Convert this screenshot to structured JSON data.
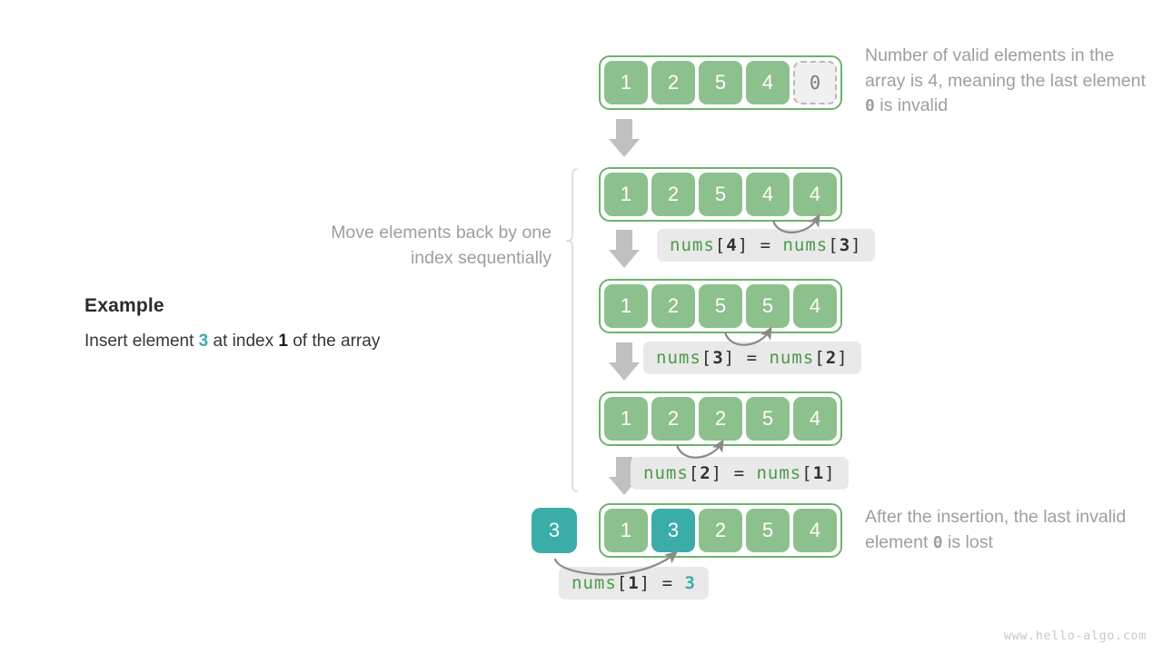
{
  "example": {
    "title": "Example",
    "sentence_prefix": "Insert element ",
    "insert_value": "3",
    "sentence_middle": " at index ",
    "index_value": "1",
    "sentence_suffix": " of the array"
  },
  "captions": {
    "top": {
      "part1": "Number of valid elements in the array is 4, meaning the last element ",
      "highlight": "0",
      "part2": " is invalid"
    },
    "left": "Move elements back by one index sequentially",
    "bottom": {
      "part1": "After the insertion, the last invalid element ",
      "highlight": "0",
      "part2": " is lost"
    }
  },
  "arrays": [
    {
      "name": "array-initial",
      "cells": [
        {
          "value": "1",
          "style": "green"
        },
        {
          "value": "2",
          "style": "green"
        },
        {
          "value": "5",
          "style": "green"
        },
        {
          "value": "4",
          "style": "green"
        },
        {
          "value": "0",
          "style": "invalid"
        }
      ]
    },
    {
      "name": "array-step-1",
      "cells": [
        {
          "value": "1",
          "style": "green"
        },
        {
          "value": "2",
          "style": "green"
        },
        {
          "value": "5",
          "style": "green"
        },
        {
          "value": "4",
          "style": "green"
        },
        {
          "value": "4",
          "style": "green"
        }
      ]
    },
    {
      "name": "array-step-2",
      "cells": [
        {
          "value": "1",
          "style": "green"
        },
        {
          "value": "2",
          "style": "green"
        },
        {
          "value": "5",
          "style": "green"
        },
        {
          "value": "5",
          "style": "green"
        },
        {
          "value": "4",
          "style": "green"
        }
      ]
    },
    {
      "name": "array-step-3",
      "cells": [
        {
          "value": "1",
          "style": "green"
        },
        {
          "value": "2",
          "style": "green"
        },
        {
          "value": "2",
          "style": "green"
        },
        {
          "value": "5",
          "style": "green"
        },
        {
          "value": "4",
          "style": "green"
        }
      ]
    },
    {
      "name": "array-final",
      "cells": [
        {
          "value": "1",
          "style": "green"
        },
        {
          "value": "3",
          "style": "teal"
        },
        {
          "value": "2",
          "style": "green"
        },
        {
          "value": "5",
          "style": "green"
        },
        {
          "value": "4",
          "style": "green"
        }
      ]
    }
  ],
  "insert_box": {
    "value": "3"
  },
  "code_labels": [
    {
      "name": "code-label-step-1",
      "lhs_name": "nums",
      "lhs_index": "4",
      "op": "=",
      "rhs_name": "nums",
      "rhs_index": "3"
    },
    {
      "name": "code-label-step-2",
      "lhs_name": "nums",
      "lhs_index": "3",
      "op": "=",
      "rhs_name": "nums",
      "rhs_index": "2"
    },
    {
      "name": "code-label-step-3",
      "lhs_name": "nums",
      "lhs_index": "2",
      "op": "=",
      "rhs_name": "nums",
      "rhs_index": "1"
    },
    {
      "name": "code-label-insert",
      "lhs_name": "nums",
      "lhs_index": "1",
      "op": "=",
      "rhs_value": "3"
    }
  ],
  "colors": {
    "green_fill": "#8cc08c",
    "green_border": "#6cb46c",
    "teal": "#3aada8",
    "gray_arrow": "#c0c0c0",
    "code_bg": "#e9e9e9",
    "caption_text": "#9e9e9e"
  },
  "watermark": "www.hello-algo.com"
}
